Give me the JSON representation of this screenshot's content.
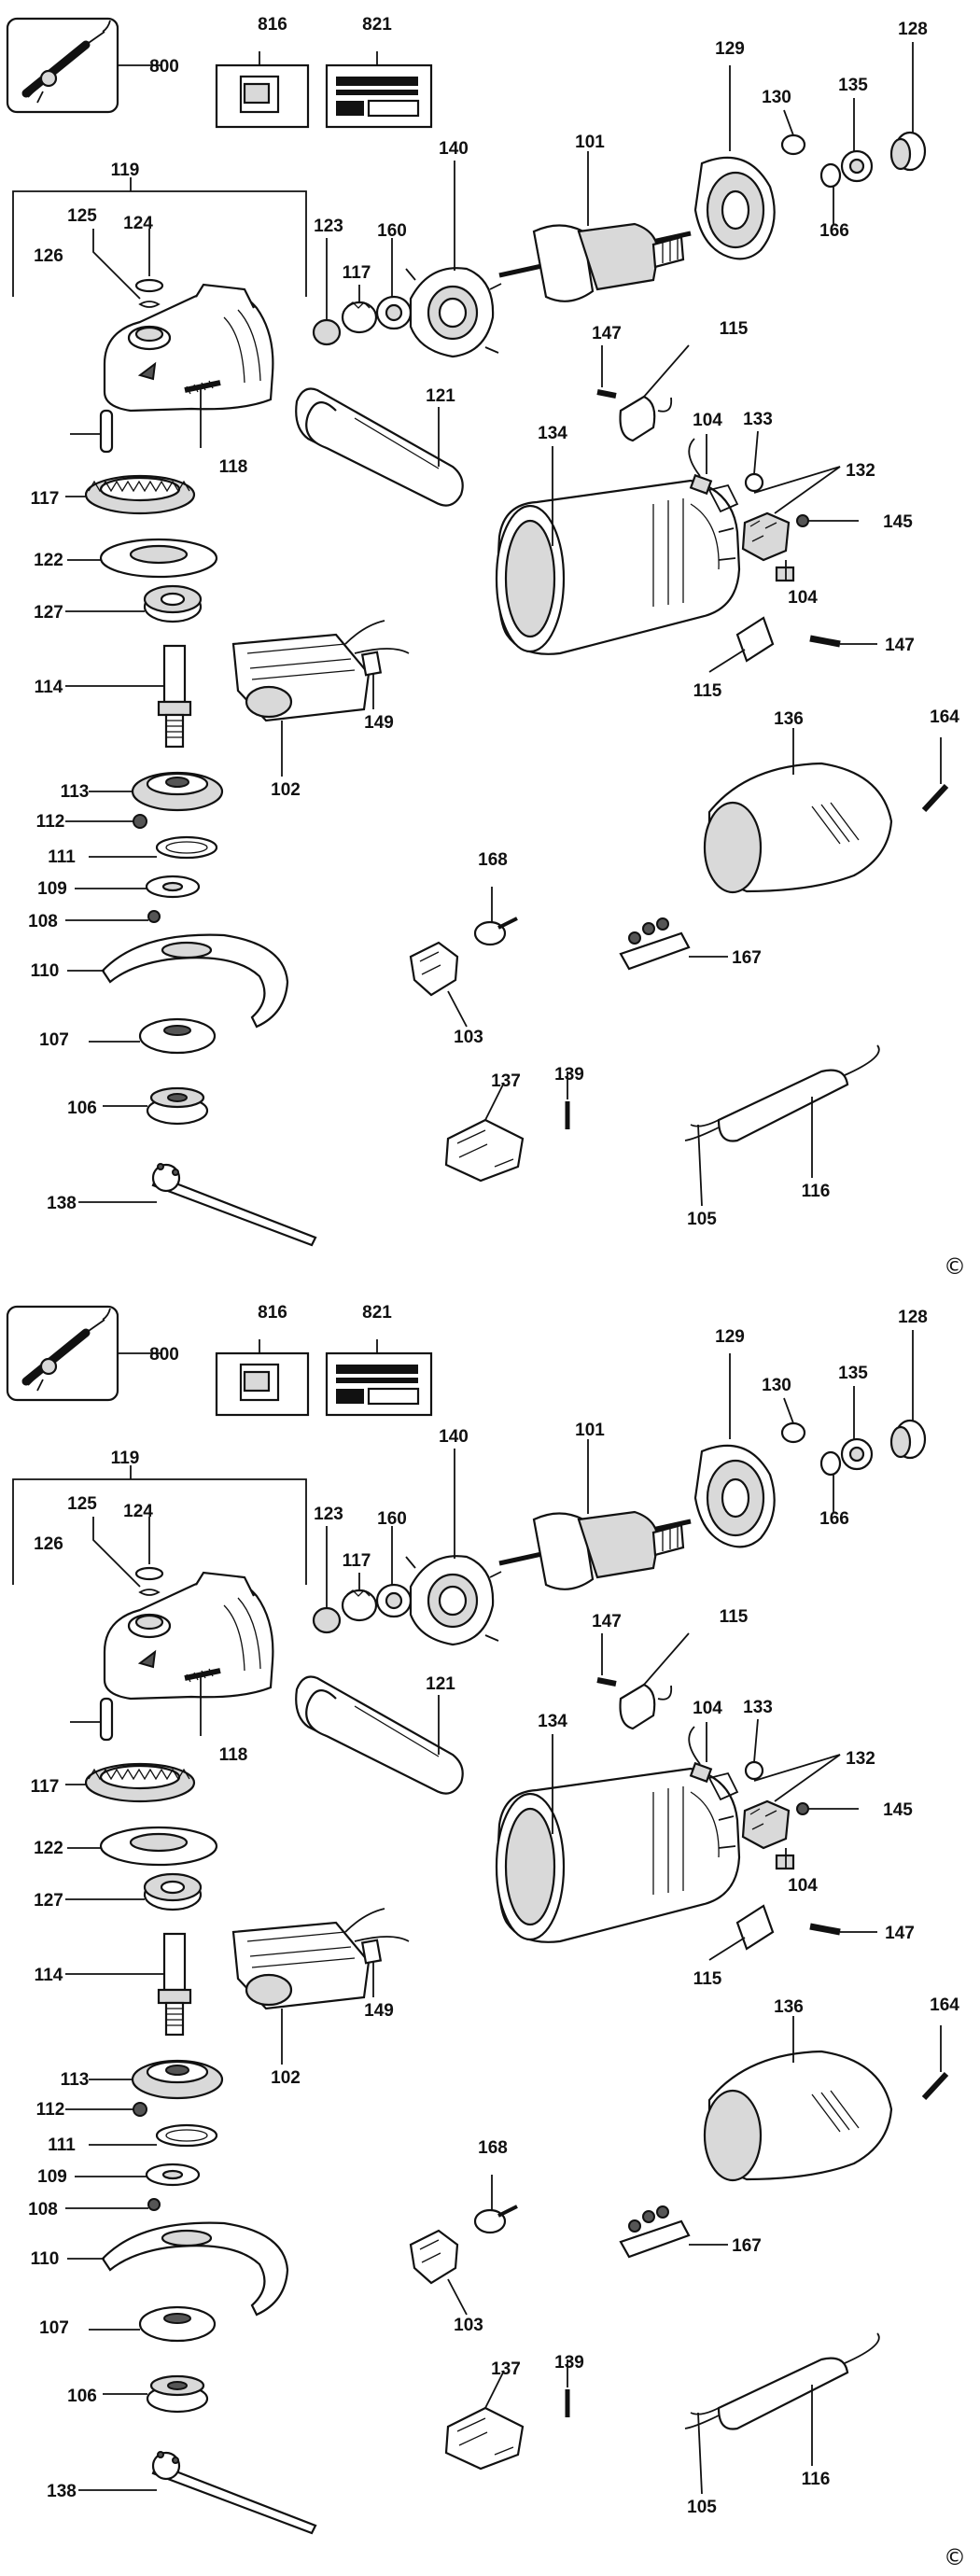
{
  "copyright_symbol": "©",
  "panels": [
    {
      "labels": [
        "800",
        "816",
        "821",
        "119",
        "125",
        "124",
        "126",
        "117",
        "122",
        "127",
        "114",
        "113",
        "112",
        "111",
        "109",
        "108",
        "110",
        "107",
        "106",
        "138",
        "123",
        "117",
        "160",
        "118",
        "140",
        "121",
        "101",
        "129",
        "130",
        "128",
        "135",
        "166",
        "147",
        "115",
        "134",
        "104",
        "133",
        "132",
        "145",
        "104",
        "147",
        "115",
        "102",
        "149",
        "136",
        "164",
        "168",
        "167",
        "103",
        "137",
        "139",
        "116",
        "105"
      ]
    },
    {
      "labels": [
        "800",
        "816",
        "821",
        "119",
        "125",
        "124",
        "126",
        "117",
        "122",
        "127",
        "114",
        "113",
        "112",
        "111",
        "109",
        "108",
        "110",
        "107",
        "106",
        "138",
        "123",
        "117",
        "160",
        "118",
        "140",
        "121",
        "101",
        "129",
        "130",
        "128",
        "135",
        "166",
        "147",
        "115",
        "134",
        "104",
        "133",
        "132",
        "145",
        "104",
        "147",
        "115",
        "102",
        "149",
        "136",
        "164",
        "168",
        "167",
        "103",
        "137",
        "139",
        "116",
        "105"
      ]
    }
  ]
}
